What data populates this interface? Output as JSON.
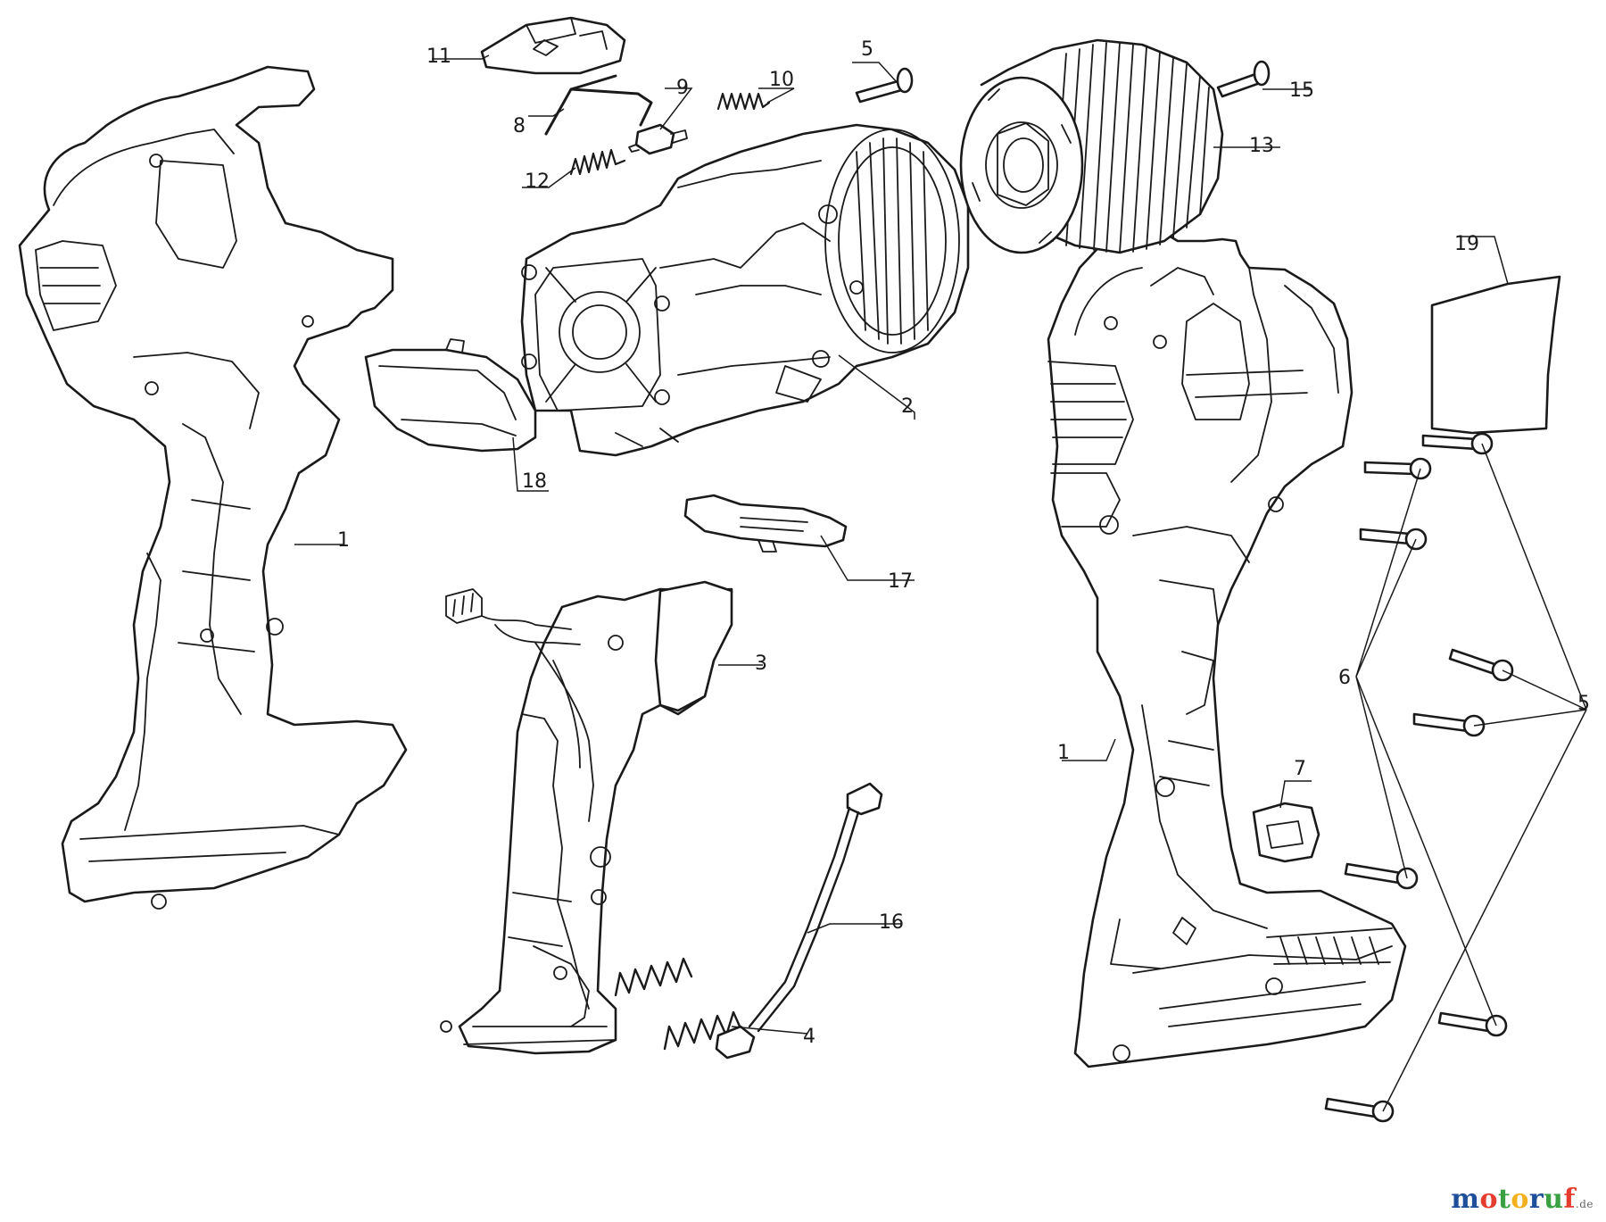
{
  "callouts": {
    "c1_left": "1",
    "c1_right": "1",
    "c2": "2",
    "c3": "3",
    "c4": "4",
    "c5_top": "5",
    "c5_right": "5",
    "c6": "6",
    "c7": "7",
    "c8": "8",
    "c9": "9",
    "c10": "10",
    "c11": "11",
    "c12": "12",
    "c13": "13",
    "c15": "15",
    "c16": "16",
    "c17": "17",
    "c18": "18",
    "c19": "19"
  },
  "watermark": {
    "letters": [
      "m",
      "o",
      "t",
      "o",
      "r",
      "u",
      "f"
    ],
    "colors": [
      "#1f4e9b",
      "#e63c2f",
      "#3aa142",
      "#f2b01e",
      "#1f4e9b",
      "#3aa142",
      "#e63c2f"
    ],
    "suffix": ".de"
  }
}
